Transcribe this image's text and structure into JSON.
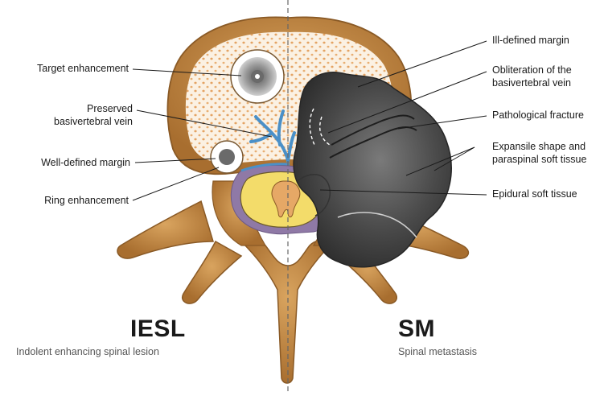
{
  "left_labels": {
    "target_enhancement": "Target enhancement",
    "preserved_vein_line1": "Preserved",
    "preserved_vein_line2": "basivertebral vein",
    "well_defined_margin": "Well-defined margin",
    "ring_enhancement": "Ring enhancement"
  },
  "right_labels": {
    "ill_defined_margin": "Ill-defined margin",
    "obliteration_line1": "Obliteration of the",
    "obliteration_line2": "basivertebral vein",
    "pathological_fracture": "Pathological fracture",
    "expansile_line1": "Expansile shape and",
    "expansile_line2": "paraspinal soft tissue",
    "epidural_soft_tissue": "Epidural soft tissue"
  },
  "left_title": {
    "abbr": "IESL",
    "full": "Indolent enhancing spinal lesion"
  },
  "right_title": {
    "abbr": "SM",
    "full": "Spinal metastasis"
  },
  "colors": {
    "bone_cortex": "#b9823f",
    "bone_marrow": "#fbf1e3",
    "marrow_dots": "#e19a55",
    "vein": "#4a90c8",
    "thecal_sac": "#f3dc6a",
    "epidural_fat": "#8f79a6",
    "tumor": "#4b4b4b"
  }
}
